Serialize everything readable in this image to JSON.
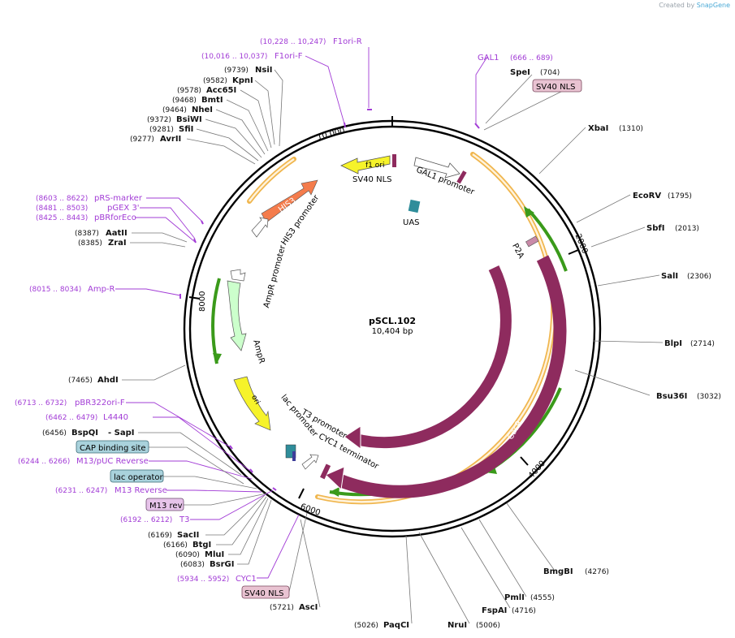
{
  "credit": {
    "prefix": "Created by",
    "brand": "SnapGene"
  },
  "plasmid": {
    "name": "pSCL.102",
    "length_label": "10,404 bp"
  },
  "ticks": [
    "10,000",
    "2000",
    "4000",
    "6000",
    "8000"
  ],
  "features": {
    "f1_ori": "f1 ori",
    "sv40_nls_top": "SV40 NLS",
    "gal1_promoter": "GAL1 promoter",
    "uas": "UAS",
    "his3": "HIS3",
    "his3_promoter": "HIS3 promoter",
    "ampr_promoter": "AmpR promoter",
    "ampr": "AmpR",
    "ori": "ori",
    "lac_promoter": "lac promoter",
    "t3_promoter": "T3 promoter",
    "cyc1_terminator": "CYC1 terminator",
    "p2a": "P2A",
    "cas9_a": "Cas9",
    "cas9_b": "Cas9"
  },
  "boxed_labels": {
    "sv40_nls_top": "SV40 NLS",
    "cap_site": "CAP binding site",
    "lac_operator": "lac operator",
    "m13_rev": "M13 rev",
    "sv40_nls_bottom": "SV40 NLS"
  },
  "enzymes": {
    "nsii": {
      "name": "NsiI",
      "pos": "(9739)"
    },
    "kpni": {
      "name": "KpnI",
      "pos": "(9582)"
    },
    "acc65i": {
      "name": "Acc65I",
      "pos": "(9578)"
    },
    "bmti": {
      "name": "BmtI",
      "pos": "(9468)"
    },
    "nhei": {
      "name": "NheI",
      "pos": "(9464)"
    },
    "bsiwi": {
      "name": "BsiWI",
      "pos": "(9372)"
    },
    "sfii": {
      "name": "SfiI",
      "pos": "(9281)"
    },
    "avrii": {
      "name": "AvrII",
      "pos": "(9277)"
    },
    "aatii": {
      "name": "AatII",
      "pos": "(8387)"
    },
    "zrai": {
      "name": "ZraI",
      "pos": "(8385)"
    },
    "ahdi": {
      "name": "AhdI",
      "pos": "(7465)"
    },
    "bspqi": {
      "name": "BspQI",
      "pos": "(6456)"
    },
    "sapi": {
      "name": "- SapI"
    },
    "sacii": {
      "name": "SacII",
      "pos": "(6169)"
    },
    "btgi": {
      "name": "BtgI",
      "pos": "(6166)"
    },
    "mlui": {
      "name": "MluI",
      "pos": "(6090)"
    },
    "bsrgi": {
      "name": "BsrGI",
      "pos": "(6083)"
    },
    "asci": {
      "name": "AscI",
      "pos": "(5721)"
    },
    "paqci": {
      "name": "PaqCI",
      "pos": "(5026)"
    },
    "nrui": {
      "name": "NruI",
      "pos": "(5006)"
    },
    "fspai": {
      "name": "FspAI",
      "pos": "(4716)"
    },
    "pmli": {
      "name": "PmlI",
      "pos": "(4555)"
    },
    "bmgbi": {
      "name": "BmgBI",
      "pos": "(4276)"
    },
    "bsu36i": {
      "name": "Bsu36I",
      "pos": "(3032)"
    },
    "blpi": {
      "name": "BlpI",
      "pos": "(2714)"
    },
    "sali": {
      "name": "SalI",
      "pos": "(2306)"
    },
    "sbfi": {
      "name": "SbfI",
      "pos": "(2013)"
    },
    "ecorv": {
      "name": "EcoRV",
      "pos": "(1795)"
    },
    "xbai": {
      "name": "XbaI",
      "pos": "(1310)"
    },
    "spei": {
      "name": "SpeI",
      "pos": "(704)"
    }
  },
  "primers": {
    "f1ori_r": {
      "name": "F1ori-R",
      "pos": "(10,228 .. 10,247)"
    },
    "f1ori_f": {
      "name": "F1ori-F",
      "pos": "(10,016 .. 10,037)"
    },
    "gal1": {
      "name": "GAL1",
      "pos": "(666 .. 689)"
    },
    "prs_marker": {
      "name": "pRS-marker",
      "pos": "(8603 .. 8622)"
    },
    "pgex3": {
      "name": "pGEX 3'",
      "pos": "(8481 .. 8503)"
    },
    "pbrforeco": {
      "name": "pBRforEco",
      "pos": "(8425 .. 8443)"
    },
    "amp_r": {
      "name": "Amp-R",
      "pos": "(8015 .. 8034)"
    },
    "pbr322ori_f": {
      "name": "pBR322ori-F",
      "pos": "(6713 .. 6732)"
    },
    "l4440": {
      "name": "L4440",
      "pos": "(6462 .. 6479)"
    },
    "m13puc_rev": {
      "name": "M13/pUC Reverse",
      "pos": "(6244 .. 6266)"
    },
    "m13_reverse": {
      "name": "M13 Reverse",
      "pos": "(6231 .. 6247)"
    },
    "t3": {
      "name": "T3",
      "pos": "(6192 .. 6212)"
    },
    "cyc1": {
      "name": "CYC1",
      "pos": "(5934 .. 5952)"
    }
  },
  "colors": {
    "cas9": "#8e2b5e",
    "his3": "#f47c4c",
    "f1ori": "#f6f32a",
    "ori": "#f6f32a",
    "ampr": "#ccffcc",
    "uas": "#2f8d9a",
    "orange_arc": "#f0b64e",
    "green_arrow": "#3a9a1a",
    "primer": "#a23cd6",
    "cap_box": "#a9d2dc",
    "sv40_box": "#e9c3d2",
    "m13_box": "#e7c4ea"
  }
}
